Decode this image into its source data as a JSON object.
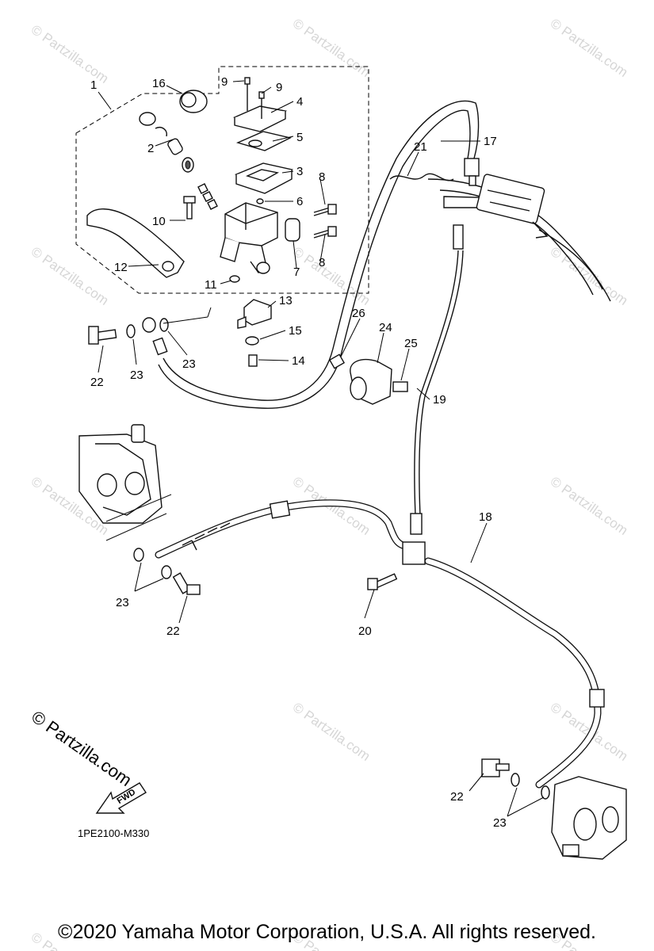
{
  "diagram_code": "1PE2100-M330",
  "copyright": "©2020 Yamaha Motor Corporation, U.S.A. All rights reserved.",
  "watermark": "© Partzilla.com",
  "fwd_label": "FWD",
  "callouts": {
    "c1": "1",
    "c2": "2",
    "c3": "3",
    "c4": "4",
    "c5": "5",
    "c6": "6",
    "c7": "7",
    "c8a": "8",
    "c8b": "8",
    "c9a": "9",
    "c9b": "9",
    "c10": "10",
    "c11": "11",
    "c12": "12",
    "c13": "13",
    "c14": "14",
    "c15": "15",
    "c16": "16",
    "c17": "17",
    "c18": "18",
    "c19": "19",
    "c20": "20",
    "c21": "21",
    "c22a": "22",
    "c22b": "22",
    "c22c": "22",
    "c23a": "23",
    "c23b": "23",
    "c23c": "23",
    "c23d": "23",
    "c24": "24",
    "c25": "25",
    "c26": "26"
  }
}
